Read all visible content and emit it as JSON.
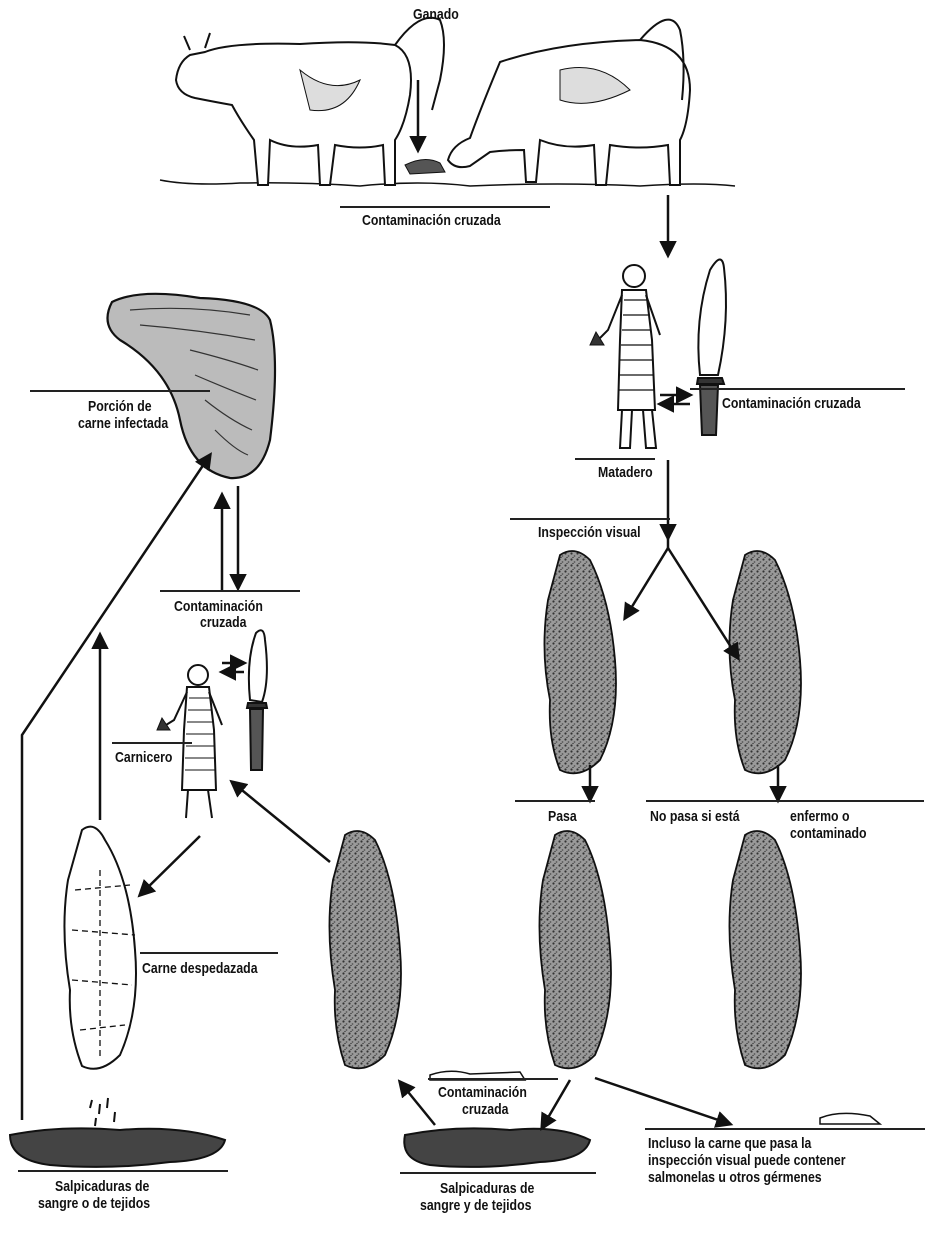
{
  "labels": {
    "ganado": "Ganado",
    "cc_top": "Contaminación cruzada",
    "cc_slaughter": "Contaminación cruzada",
    "matadero": "Matadero",
    "inspeccion": "Inspección visual",
    "pasa": "Pasa",
    "no_pasa": "No pasa si está",
    "enfermo_1": "enfermo o",
    "enfermo_2": "contaminado",
    "porcion_1": "Porción de",
    "porcion_2": "carne infectada",
    "cc_butcher_1": "Contaminación",
    "cc_butcher_2": "cruzada",
    "carnicero": "Carnicero",
    "carne_despedazada": "Carne despedazada",
    "cc_bottom_1": "Contaminación",
    "cc_bottom_2": "cruzada",
    "salp_left_1": "Salpicaduras de",
    "salp_left_2": "sangre o de tejidos",
    "salp_right_1": "Salpicaduras de",
    "salp_right_2": "sangre y de tejidos",
    "incluso_1": "Incluso la carne que pasa la",
    "incluso_2": "inspección visual puede contener",
    "incluso_3": "salmonelas u otros gérmenes"
  }
}
